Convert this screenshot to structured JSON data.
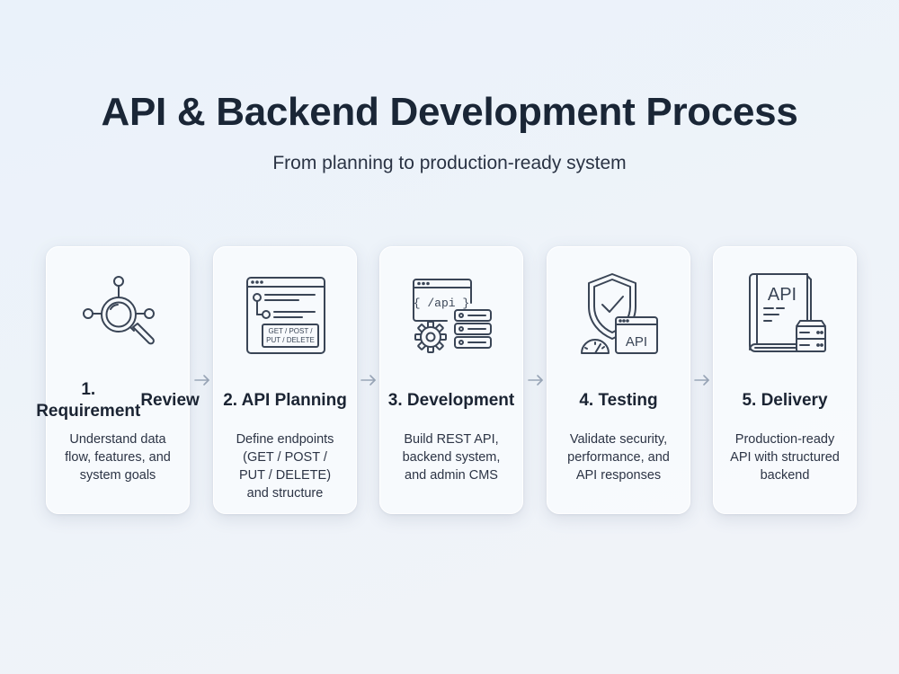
{
  "header": {
    "title": "API & Backend Development Process",
    "subtitle": "From planning to production-ready system"
  },
  "steps": [
    {
      "title_line1": "1. Requirement",
      "title_line2": "Review",
      "desc_lines": [
        "Understand data",
        "flow, features, and",
        "system goals"
      ],
      "icon": "magnifier-network-icon"
    },
    {
      "title_line1": "2. API Planning",
      "title_line2": "",
      "desc_lines": [
        "Define endpoints",
        "(GET / POST /",
        "PUT / DELETE)",
        "and structure"
      ],
      "icon": "endpoint-window-icon",
      "icon_text_line1": "GET / POST /",
      "icon_text_line2": "PUT / DELETE"
    },
    {
      "title_line1": "3. Development",
      "title_line2": "",
      "desc_lines": [
        "Build REST API,",
        "backend system,",
        "and admin CMS"
      ],
      "icon": "code-server-gear-icon",
      "icon_text": "{ /api }"
    },
    {
      "title_line1": "4. Testing",
      "title_line2": "",
      "desc_lines": [
        "Validate security,",
        "performance, and",
        "API responses"
      ],
      "icon": "shield-gauge-icon",
      "icon_text": "API"
    },
    {
      "title_line1": "5. Delivery",
      "title_line2": "",
      "desc_lines": [
        "Production-ready",
        "API with structured",
        "backend"
      ],
      "icon": "book-server-icon",
      "icon_text": "API"
    }
  ],
  "colors": {
    "icon_stroke": "#3a4556",
    "arrow": "#9aa7b8",
    "title": "#1a2636"
  }
}
